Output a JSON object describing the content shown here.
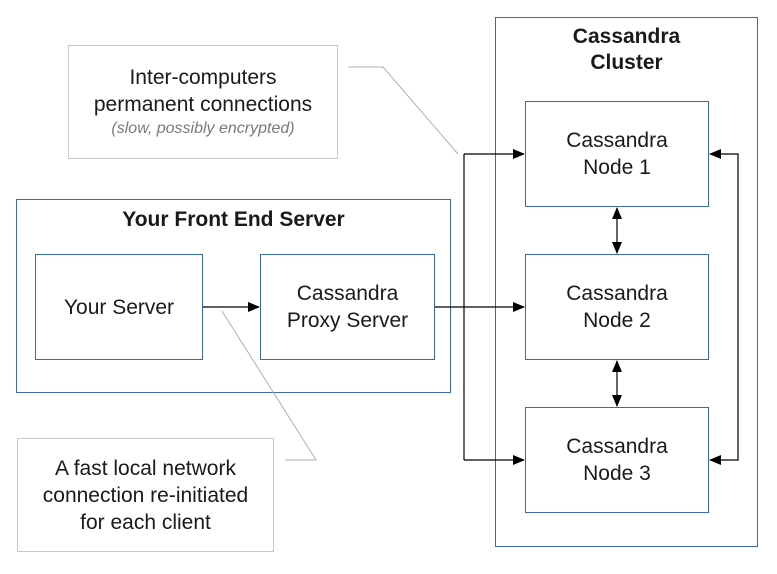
{
  "cluster": {
    "title_line1": "Cassandra",
    "title_line2": "Cluster"
  },
  "nodes": [
    {
      "line1": "Cassandra",
      "line2": "Node 1"
    },
    {
      "line1": "Cassandra",
      "line2": "Node 2"
    },
    {
      "line1": "Cassandra",
      "line2": "Node 3"
    }
  ],
  "front_end": {
    "title": "Your Front End Server",
    "your_server": "Your Server",
    "proxy_line1": "Cassandra",
    "proxy_line2": "Proxy Server"
  },
  "note_top": {
    "line1": "Inter-computers",
    "line2": "permanent connections",
    "subtitle": "(slow, possibly encrypted)"
  },
  "note_bottom": {
    "line1": "A fast local network",
    "line2": "connection re-initiated",
    "line3": "for each client"
  },
  "colors": {
    "box_border": "#3a6aa8",
    "note_border": "#c8c8c8",
    "connector": "#000000",
    "callout_line": "#b0b0b0"
  }
}
